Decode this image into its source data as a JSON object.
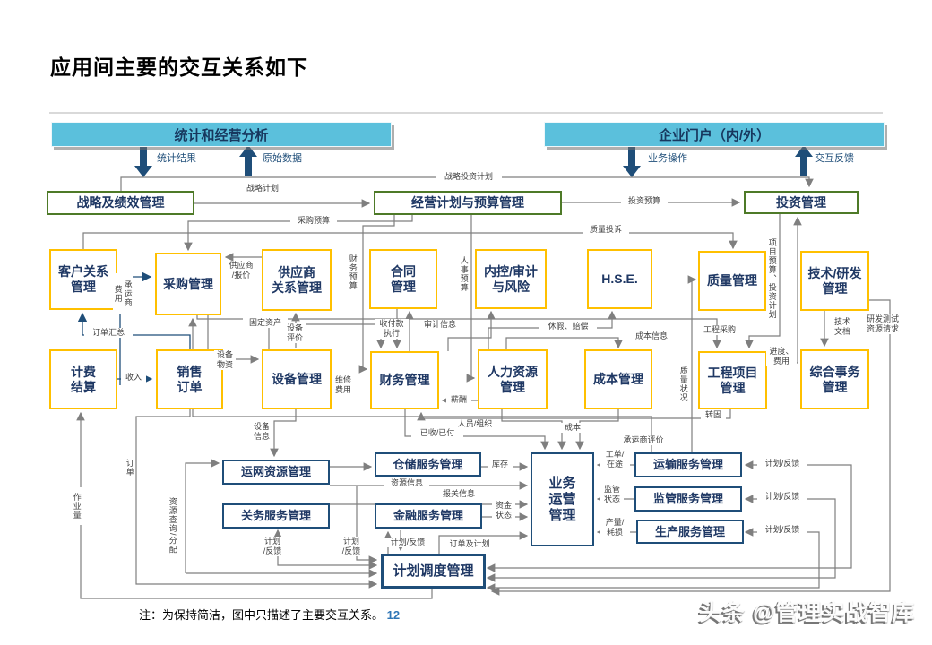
{
  "title": "应用间主要的交互关系如下",
  "headers": {
    "left": "统计和经营分析",
    "right": "企业门户（内/外）"
  },
  "boxes": {
    "strategy_performance": "战略及绩效管理",
    "plan_budget": "经营计划与预算管理",
    "investment": "投资管理",
    "customer_relationship": [
      "客户关系",
      "管理"
    ],
    "procurement": "采购管理",
    "supplier_relationship": [
      "供应商",
      "关系管理"
    ],
    "contract": [
      "合同",
      "管理"
    ],
    "audit_risk": [
      "内控/审计",
      "与风险"
    ],
    "hse": "H.S.E.",
    "quality": "质量管理",
    "tech_rd": [
      "技术/研发",
      "管理"
    ],
    "billing": [
      "计费",
      "结算"
    ],
    "sales_order": [
      "销售",
      "订单"
    ],
    "equipment": "设备管理",
    "finance": "财务管理",
    "hr": [
      "人力资源",
      "管理"
    ],
    "cost": "成本管理",
    "engineering": [
      "工程项目",
      "管理"
    ],
    "general_affairs": [
      "综合事务",
      "管理"
    ],
    "network_resource": "运网资源管理",
    "customs_service": "关务服务管理",
    "warehouse_service": "仓储服务管理",
    "financial_service": "金融服务管理",
    "business_operation": [
      "业务",
      "运营",
      "管理"
    ],
    "transport_service": "运输服务管理",
    "supervision_service": "监管服务管理",
    "production_service": "生产服务管理",
    "plan_dispatch": "计划调度管理"
  },
  "labels": {
    "stat_result": "统计结果",
    "raw_data": "原始数据",
    "biz_op": "业务操作",
    "feedback": "交互反馈",
    "strategic_investment_plan": "战略投资计划",
    "strategic_plan": "战略计划",
    "investment_budget": "投资预算",
    "procurement_budget": "采购预算",
    "quality_complaint": "质量投诉",
    "supplier_quote": [
      "供应商",
      "/报价"
    ],
    "order_summary": "订单汇总",
    "revenue": "收入",
    "equipment_materials": [
      "设备",
      "物资"
    ],
    "fixed_assets": "固定资产",
    "equipment_evaluation": [
      "设备",
      "评价"
    ],
    "payment_execution": [
      "收付款",
      "执行"
    ],
    "audit_info": "审计信息",
    "leave_compensation": "休假、赔偿",
    "cost_info": "成本信息",
    "salary": "薪酬",
    "repair_fee": [
      "维修",
      "费用"
    ],
    "personnel_org": "人员/组织",
    "cost": "成本",
    "received_paid": "已收/已付",
    "carrier_evaluation": "承运商评价",
    "engineering_procurement": "工程采购",
    "progress_cost": [
      "进度、",
      "费用"
    ],
    "transfer_fixed": "转固",
    "tech_docs": [
      "技术",
      "文档"
    ],
    "rd_test_request": [
      "研发测试",
      "资源请求"
    ],
    "equipment_info": [
      "设备",
      "信息"
    ],
    "inventory": "库存",
    "resource_info": "资源信息",
    "customs_info": "报关信息",
    "fund_status": [
      "资金",
      "状态"
    ],
    "work_order_transit": [
      "工单/",
      "在途"
    ],
    "supervision_status": [
      "监管",
      "状态"
    ],
    "output_loss": [
      "产量/",
      "耗损"
    ],
    "plan_feedback": "计划/反馈",
    "plan_feedback_2": [
      "计划",
      "/反馈"
    ],
    "order_and_plan": "订单及计划",
    "quality_status": "质量状况",
    "finance_budget": "财务预算",
    "hr_budget": "人事预算",
    "project_budget_invest_plan": "项目预算、投资计划",
    "carrier_fee": [
      "承运商",
      "费用"
    ],
    "order": "订单",
    "workload": "作业量",
    "resource_query_alloc": "资源查询/分配"
  },
  "footer": {
    "note": "注：为保持简洁，图中只描述了主要交互关系。",
    "page": "12",
    "watermark": "头条 @管理实战智库"
  },
  "colors": {
    "header_fill": "#5BC0DC",
    "navy": "#1F4E79",
    "box_text": "#1F3864",
    "yellow_border": "#FFC000",
    "green_border": "#4E7A28",
    "blue_border": "#1F4E79",
    "line_gray": "#7F7F7F"
  }
}
